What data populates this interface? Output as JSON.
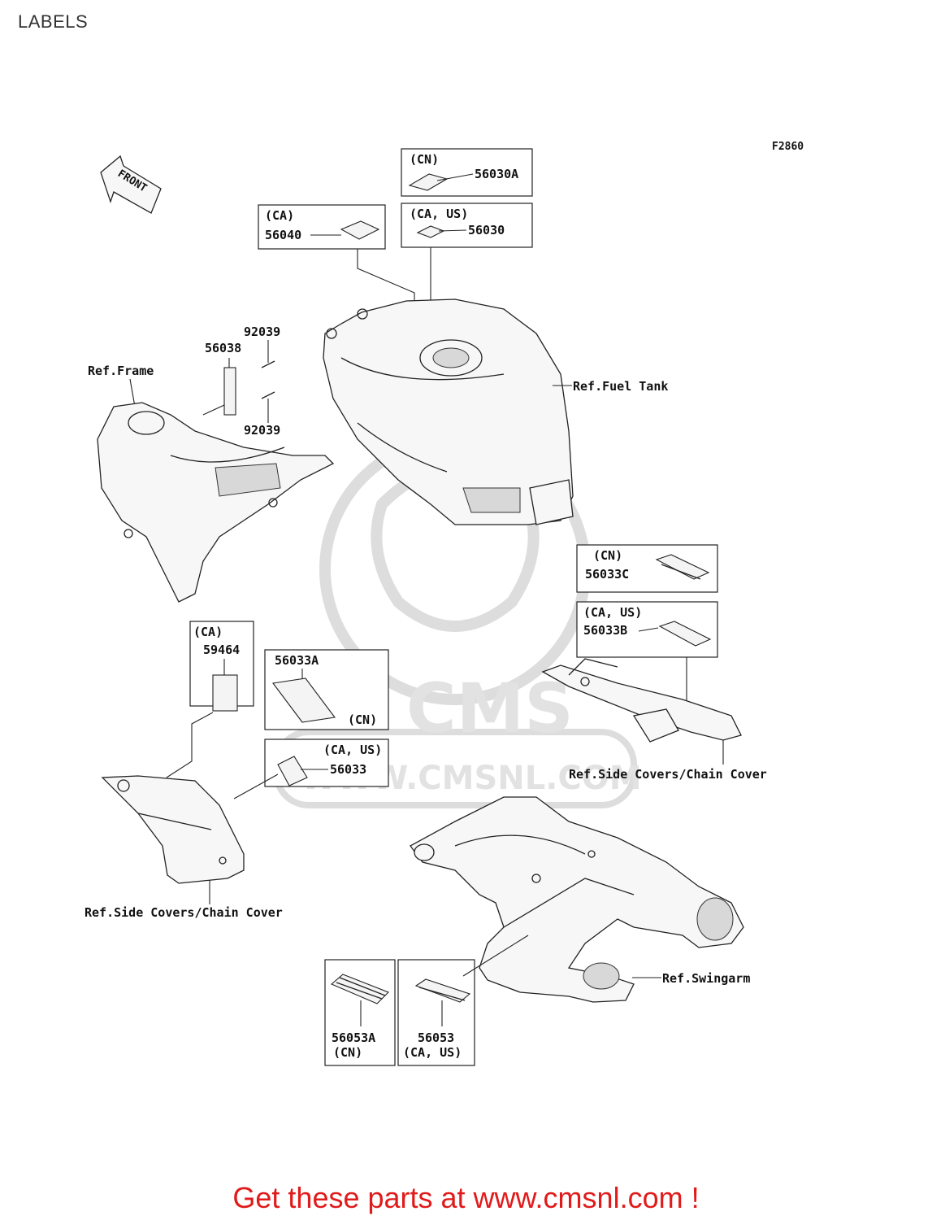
{
  "page": {
    "title": "LABELS",
    "figure_id": "F2860",
    "footer": "Get these parts at www.cmsnl.com !"
  },
  "watermark": {
    "brand": "CMS",
    "url": "WWW.CMSNL.COM"
  },
  "direction": {
    "label": "FRONT"
  },
  "regions": {
    "ca": "(CA)",
    "cn": "(CN)",
    "ca_us": "(CA, US)"
  },
  "parts": {
    "p56030A": "56030A",
    "p56030": "56030",
    "p56040": "56040",
    "p92039": "92039",
    "p56038": "56038",
    "p56033C": "56033C",
    "p56033B": "56033B",
    "p59464": "59464",
    "p56033A": "56033A",
    "p56033": "56033",
    "p56053A": "56053A",
    "p56053": "56053"
  },
  "refs": {
    "frame": "Ref.Frame",
    "fuel_tank": "Ref.Fuel Tank",
    "side_covers": "Ref.Side Covers/Chain Cover",
    "swingarm": "Ref.Swingarm"
  },
  "colors": {
    "footer": "#e01b1b",
    "watermark": "#dddddd"
  }
}
